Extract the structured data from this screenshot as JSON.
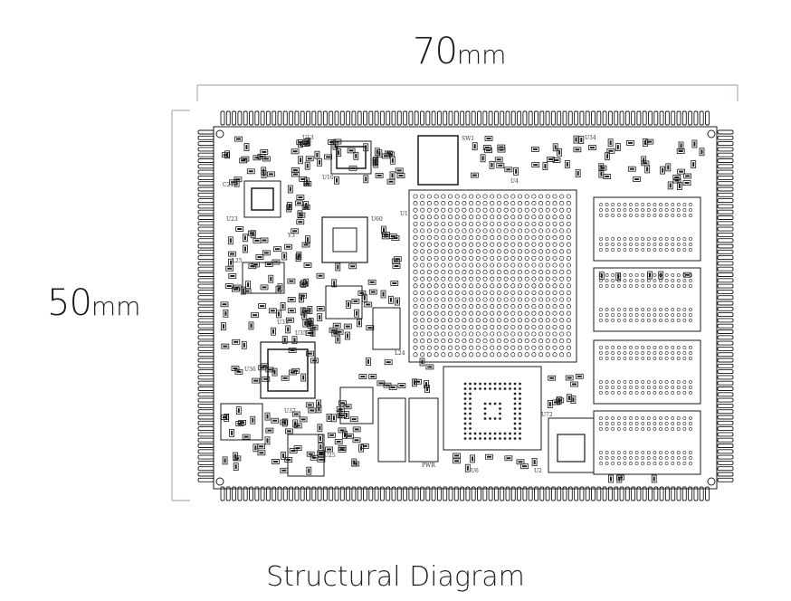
{
  "dimensions": {
    "width": {
      "value": "70",
      "unit": "mm"
    },
    "height": {
      "value": "50",
      "unit": "mm"
    }
  },
  "caption": "Structural Diagram",
  "colors": {
    "dimension_line": "#9fb7b1",
    "board_line": "#1a1a1a"
  },
  "silkscreen_labels": [
    "SW1",
    "U34",
    "U13",
    "U10",
    "U60",
    "U1",
    "U4",
    "U23",
    "U25",
    "U36",
    "U37",
    "U33",
    "U35",
    "U72",
    "U6",
    "U2",
    "L25",
    "L24",
    "Y3",
    "PWR",
    "C217"
  ]
}
